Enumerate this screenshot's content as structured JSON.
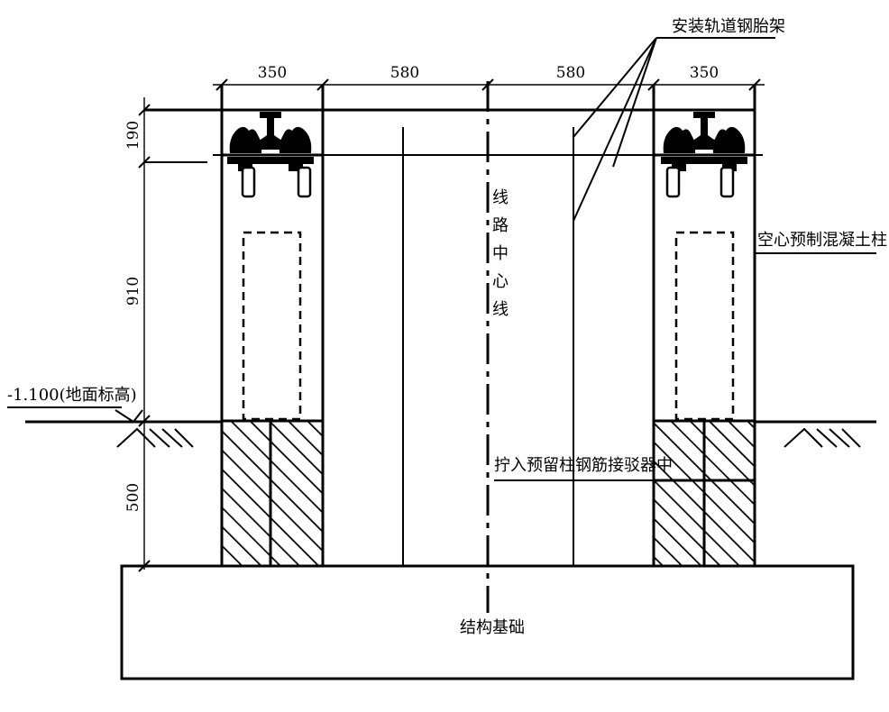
{
  "labels": {
    "tire_frame": "安装轨道钢胎架",
    "hollow_column": "空心预制混凝土柱",
    "ground_level": "-1.100(地面标高)",
    "line_center": [
      "线",
      "路",
      "中",
      "心",
      "线"
    ],
    "insert_connector": "拧入预留柱钢筋接驳器中",
    "foundation": "结构基础"
  },
  "dimensions": {
    "top": [
      "350",
      "580",
      "580",
      "350"
    ],
    "left": [
      "190",
      "910",
      "500"
    ]
  },
  "colors": {
    "line": "#000000",
    "background": "#ffffff"
  }
}
